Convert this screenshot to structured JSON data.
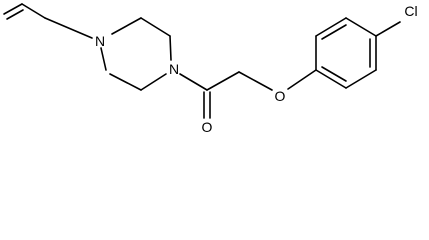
{
  "molecule": {
    "atoms": {
      "n1": "N",
      "n2": "N",
      "o_carbonyl": "O",
      "o_ether": "O",
      "cl": "Cl"
    },
    "colors": {
      "bond": "#000000",
      "background": "#ffffff"
    }
  }
}
